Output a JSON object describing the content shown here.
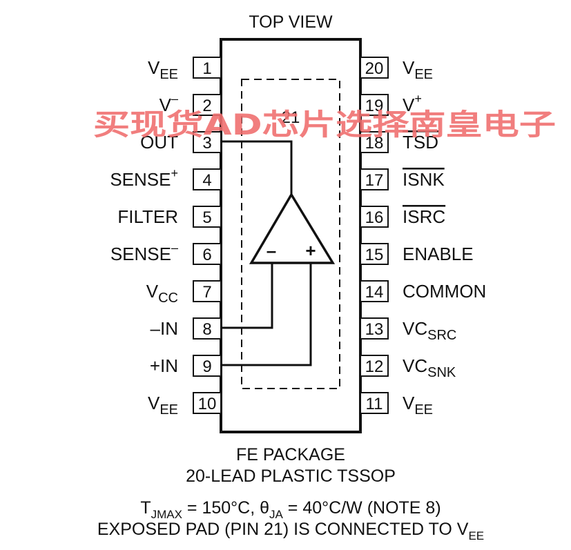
{
  "title": "TOP VIEW",
  "exposed_pad_pin": "21",
  "left_pins": [
    {
      "num": "1",
      "name": "V",
      "sub": "EE",
      "sup": "",
      "overbar": false
    },
    {
      "num": "2",
      "name": "V",
      "sub": "",
      "sup": "–",
      "overbar": false
    },
    {
      "num": "3",
      "name": "OUT",
      "sub": "",
      "sup": "",
      "overbar": false
    },
    {
      "num": "4",
      "name": "SENSE",
      "sub": "",
      "sup": "+",
      "overbar": false
    },
    {
      "num": "5",
      "name": "FILTER",
      "sub": "",
      "sup": "",
      "overbar": false
    },
    {
      "num": "6",
      "name": "SENSE",
      "sub": "",
      "sup": "–",
      "overbar": false
    },
    {
      "num": "7",
      "name": "V",
      "sub": "CC",
      "sup": "",
      "overbar": false
    },
    {
      "num": "8",
      "name": "–IN",
      "sub": "",
      "sup": "",
      "overbar": false
    },
    {
      "num": "9",
      "name": "+IN",
      "sub": "",
      "sup": "",
      "overbar": false
    },
    {
      "num": "10",
      "name": "V",
      "sub": "EE",
      "sup": "",
      "overbar": false
    }
  ],
  "right_pins": [
    {
      "num": "20",
      "name": "V",
      "sub": "EE",
      "sup": "",
      "overbar": false
    },
    {
      "num": "19",
      "name": "V",
      "sub": "",
      "sup": "+",
      "overbar": false
    },
    {
      "num": "18",
      "name": "TSD",
      "sub": "",
      "sup": "",
      "overbar": true
    },
    {
      "num": "17",
      "name": "ISNK",
      "sub": "",
      "sup": "",
      "overbar": true
    },
    {
      "num": "16",
      "name": "ISRC",
      "sub": "",
      "sup": "",
      "overbar": true
    },
    {
      "num": "15",
      "name": "ENABLE",
      "sub": "",
      "sup": "",
      "overbar": false
    },
    {
      "num": "14",
      "name": "COMMON",
      "sub": "",
      "sup": "",
      "overbar": false
    },
    {
      "num": "13",
      "name": "VC",
      "sub": "SRC",
      "sup": "",
      "overbar": false
    },
    {
      "num": "12",
      "name": "VC",
      "sub": "SNK",
      "sup": "",
      "overbar": false
    },
    {
      "num": "11",
      "name": "V",
      "sub": "EE",
      "sup": "",
      "overbar": false
    }
  ],
  "opamp": {
    "minus": "–",
    "plus": "+"
  },
  "package_line1": "FE PACKAGE",
  "package_line2": "20-LEAD PLASTIC TSSOP",
  "thermal": {
    "t": "T",
    "t_sub": "JMAX",
    "t_val": " = 150°C, ",
    "theta": "θ",
    "theta_sub": "JA",
    "theta_val": " = 40°C/W (NOTE 8)"
  },
  "exposed": {
    "text": "EXPOSED PAD (PIN 21) IS CONNECTED TO V",
    "sub": "EE"
  },
  "watermark": "买现货AD芯片选择南皇电子"
}
